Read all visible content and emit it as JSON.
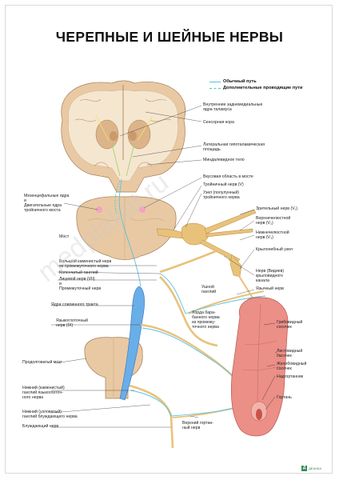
{
  "title": "ЧЕРЕПНЫЕ И ШЕЙНЫЕ НЕРВЫ",
  "legend": {
    "normal": "Обычный путь",
    "extra": "Дополнительные проводящие пути",
    "normal_color": "#5bc0de",
    "extra_color": "#47c9b6"
  },
  "labels": {
    "inner_thalamus": "Внутренние заднемедиальные\nядра таламуса",
    "sensory_cortex": "Сенсорная кора",
    "lateral_hypothal": "Латеральная гипоталамическая\nплощадь",
    "amygdala": "Миндалевидное тело",
    "taste_pons": "Вкусовая область в мосте",
    "trigeminal": "Тройничный нерв (V)",
    "trig_ganglion": "Узел (полулунный)\nтройничного нерва",
    "mesencephalic": "Мезенцефальные ядра\nи\nДвигательные ядра\nтройничного моста",
    "optic_v1": "Зрительный нерв (V₁)",
    "maxillary_v2": "Верхнечелюстной\nнерв (V₂)",
    "mandibular_v3": "Нижнечелюстной\nнерв (V₃)",
    "pons": "Мост",
    "pterygo_ganglion": "Крылонебный узел",
    "greater_petrosal": "Большой каменистый нерв\nиз промежуточного нерва",
    "geniculate": "Коленчатый ганглий",
    "facial": "Лицевой нерв (VII)\nи\nПромежуточный нерв",
    "vidian": "Нерв (Видиев)\nкрыловидного\nканала",
    "ear_ganglion": "Ушной\nганглий",
    "lingual": "Язычный нерв",
    "solitary": "Ядра слиоинного тракта",
    "chorda": "Хорда бара-\nбанного нерва\nиз промежу-\nточного нерва",
    "glossopharyngeal": "Языкоглоточный\nнерв (IX)",
    "fungiform": "Грибовидный\nсосочек",
    "medulla": "Продолговатый мозг",
    "foliate": "Листовидный\nсосочек",
    "vallate": "Желобовидный\nсосочек",
    "epiglottis": "Надгортанник",
    "inferior_ix_ganglion": "Нижний (каменистый)\nганглий языкоглоточ-\nного нерва",
    "larynx": "Гортань",
    "inferior_x_ganglion": "Нижний (узловатый)\nганглий блуждающего нерва",
    "vagus": "Блуждающий нерв",
    "superior_laryngeal": "Верхний гортан-\nный нерв"
  },
  "watermark": "medplakat.ru",
  "brand": "ДЕАНКА"
}
